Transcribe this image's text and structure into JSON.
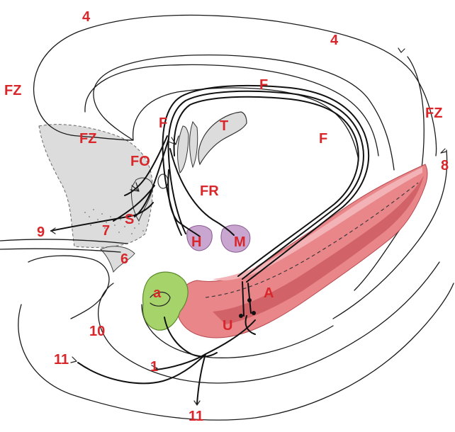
{
  "labels": {
    "fz_left": "FZ",
    "fz_septal": "FZ",
    "fz_right": "FZ",
    "cortex_top_left": "4",
    "cortex_top_right": "4",
    "fornix_top": "F",
    "fornix_anterior": "F",
    "fornix_posterior": "F",
    "fo": "FO",
    "t": "T",
    "fr": "FR",
    "s": "S",
    "h": "H",
    "m": "M",
    "a_lower": "a",
    "a_upper": "A",
    "u": "U",
    "n1": "1",
    "n6": "6",
    "n7": "7",
    "n8": "8",
    "n9": "9",
    "n10": "10",
    "n11_left": "11",
    "n11_bottom": "11"
  },
  "colors": {
    "label_red": "#d9262b",
    "septum_gray": "#dcdcdc",
    "hippocampus_pink": "#e8868a",
    "hippocampus_dark": "#c9555b",
    "hippocampus_light": "#f3b3b6",
    "amygdala_green": "#a6d46a",
    "mammillary_purple": "#c9a6cf",
    "fiber_black": "#111111"
  }
}
